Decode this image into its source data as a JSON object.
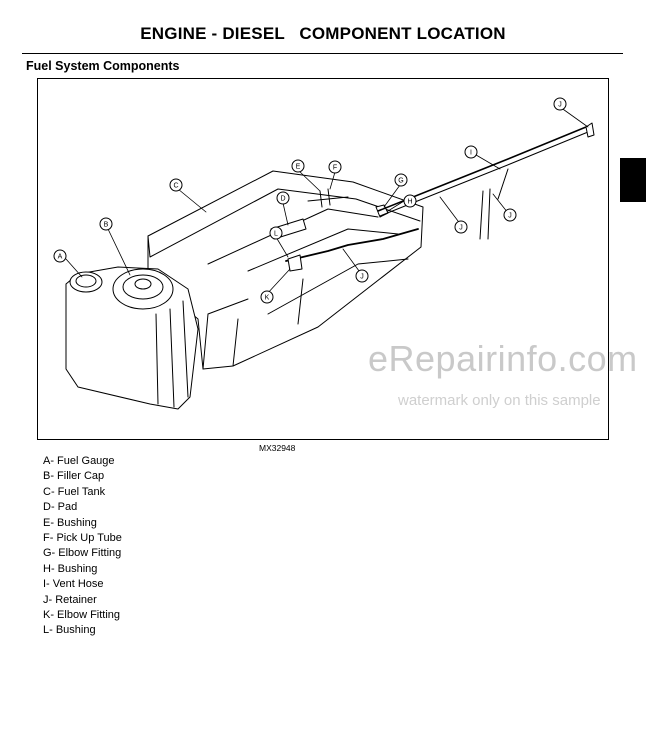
{
  "header": {
    "title": "ENGINE - DIESEL   COMPONENT LOCATION"
  },
  "section": {
    "heading": "Fuel System Components"
  },
  "figure": {
    "id": "MX32948",
    "callouts": {
      "A": "A",
      "B": "B",
      "C": "C",
      "D": "D",
      "E": "E",
      "F": "F",
      "G": "G",
      "H": "H",
      "I": "I",
      "J": "J",
      "K": "K",
      "L": "L"
    }
  },
  "watermark": {
    "main": "eRepairinfo.com",
    "sub": "watermark only on this sample"
  },
  "legend": [
    "A- Fuel Gauge",
    "B- Filler Cap",
    "C- Fuel Tank",
    "D- Pad",
    "E- Bushing",
    "F- Pick Up Tube",
    "G- Elbow Fitting",
    "H- Bushing",
    "I- Vent Hose",
    "J- Retainer",
    "K- Elbow Fitting",
    "L- Bushing"
  ]
}
